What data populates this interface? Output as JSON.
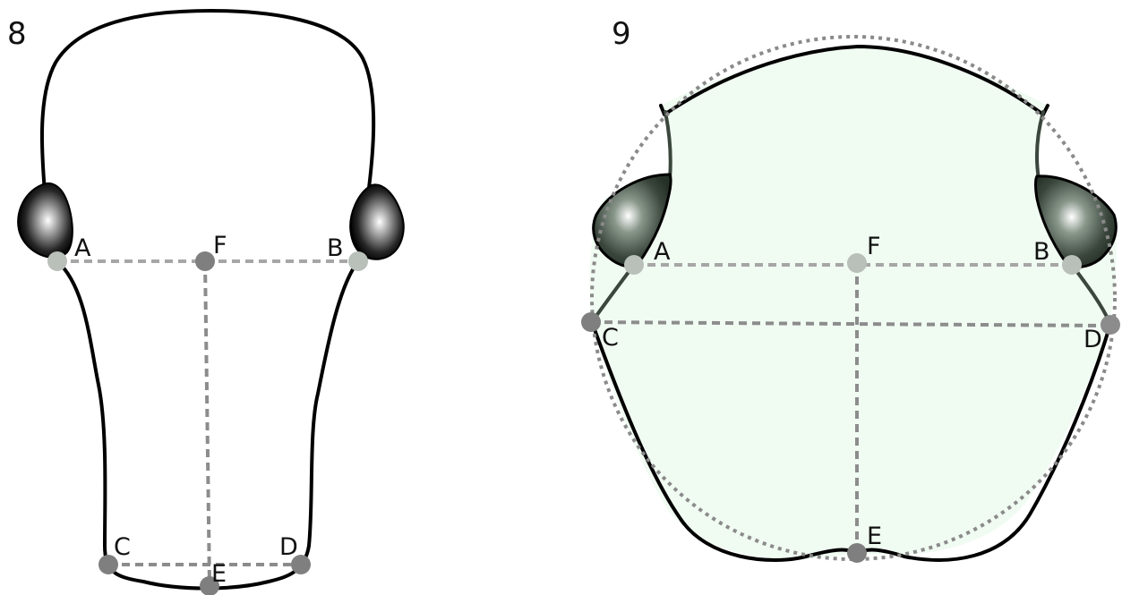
{
  "figures": [
    {
      "number": "8",
      "points": {
        "A": "A",
        "B": "B",
        "C": "C",
        "D": "D",
        "E": "E",
        "F": "F"
      }
    },
    {
      "number": "9",
      "points": {
        "A": "A",
        "B": "B",
        "C": "C",
        "D": "D",
        "E": "E",
        "F": "F"
      }
    }
  ],
  "colors": {
    "outline": "#000000",
    "measure_line": "#a6a6a6",
    "dot_dark": "#7f7f7f",
    "dot_light": "#b9bfb9",
    "fig9_fill": "#f0fbf2",
    "fig9_outline": "#3b463d",
    "fig9_circle": "#8a8a8a"
  }
}
